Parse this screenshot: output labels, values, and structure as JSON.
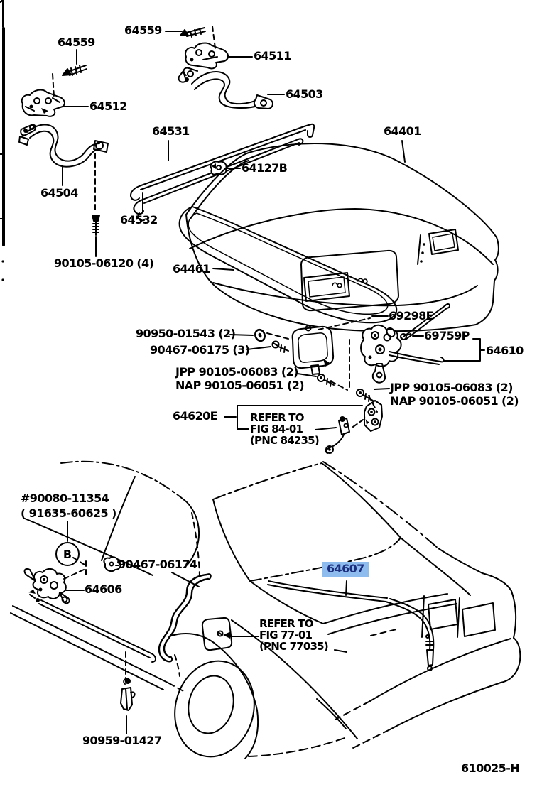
{
  "diagram": {
    "figure_code": "610025-H",
    "highlight": {
      "bg": "#8FBCEE",
      "fg": "#1B2F7E"
    },
    "callouts": {
      "bolt_64559_left": "64559",
      "bolt_64559_top": "64559",
      "hinge_64511": "64511",
      "hinge_64512": "64512",
      "hinge_arm_64503": "64503",
      "torsion_bar_64531": "64531",
      "trunk_lid_64401": "64401",
      "clip_64127b": "64127B",
      "hinge_arm_64504": "64504",
      "torsion_bar_64532": "64532",
      "bolt_90105_06120": "90105-06120 (4)",
      "weatherstrip_64461": "64461",
      "gasket_69298e": "69298E",
      "grommet_90950_01543": "90950-01543 (2)",
      "screw_90467_06175": "90467-06175 (3)",
      "bolts_jpp_nap_left": "JPP 90105-06083 (2)\nNAP 90105-06051 (2)",
      "cylinder_clip_69759p": "69759P",
      "lock_64610": "64610",
      "bolts_jpp_nap_right": "JPP 90105-06083 (2)\nNAP 90105-06051 (2)",
      "striker_64620e": "64620E",
      "refer_fig_84_01": "REFER TO\nFIG 84-01\n(PNC 84235)",
      "screw_90080_11354": "#90080-11354\n( 91635-60625 )",
      "detail_marker_b": "B",
      "clip_90467_06174": "90467-06174",
      "latch_64606": "64606",
      "lock_cable_64607": "64607",
      "refer_fig_77_01": "REFER TO\nFIG 77-01\n(PNC 77035)",
      "clip_90959_01427": "90959-01427"
    }
  }
}
